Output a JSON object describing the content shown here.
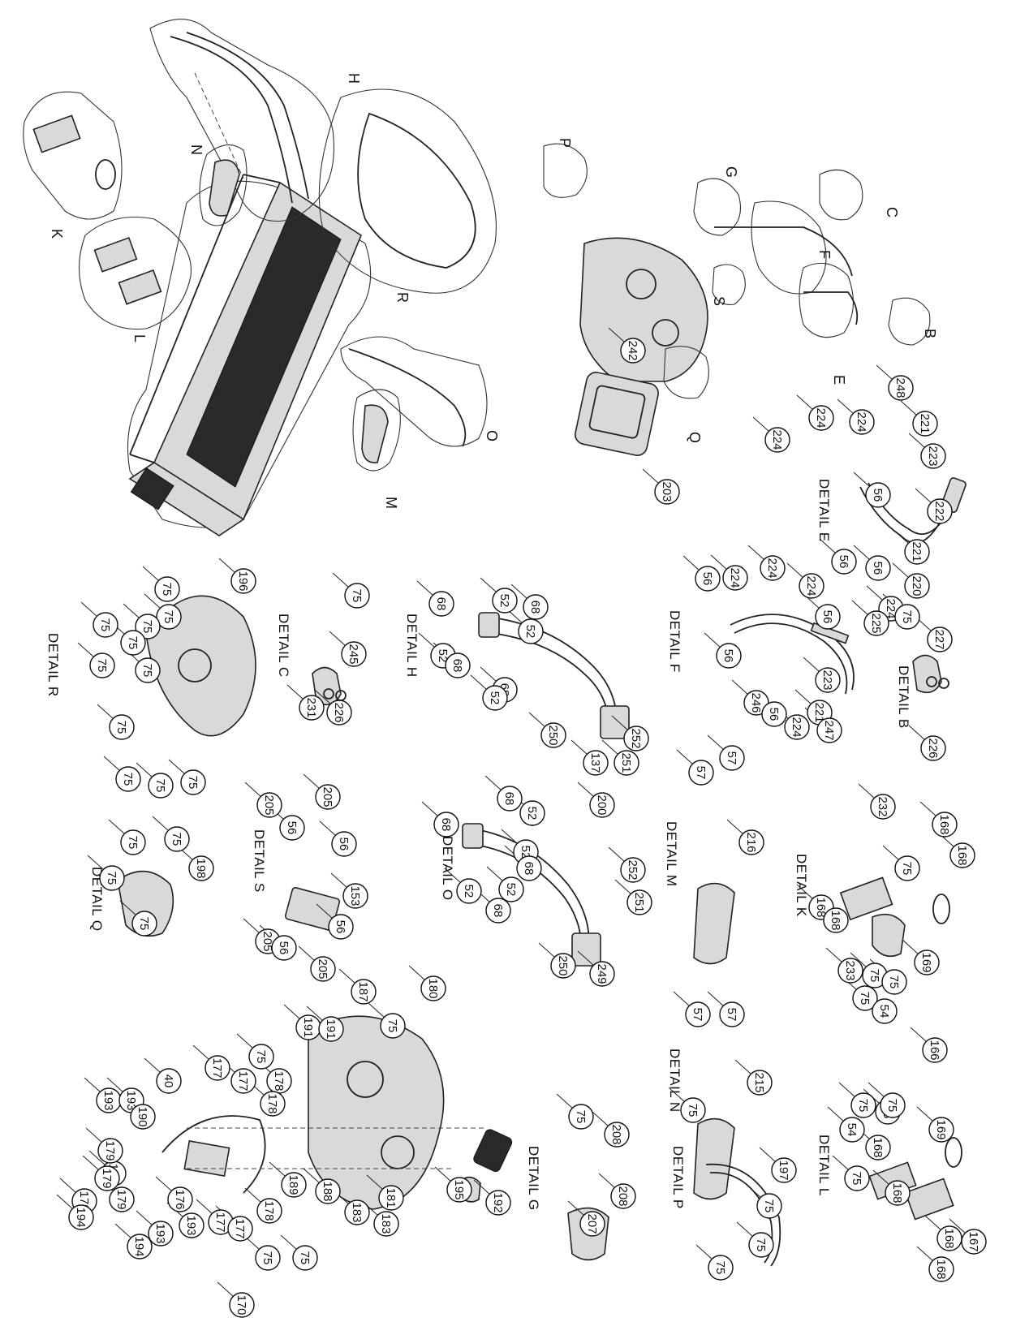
{
  "diagram": {
    "kind": "exploded-parts-diagram",
    "section_letters": [
      "H",
      "N",
      "K",
      "L",
      "R",
      "P",
      "G",
      "C",
      "F",
      "S",
      "B",
      "E",
      "Q",
      "O",
      "M"
    ],
    "overview_labels": [
      "242",
      "203"
    ],
    "details": [
      {
        "title": "DETAIL E",
        "labels": [
          "224",
          "224",
          "224",
          "248",
          "221",
          "223",
          "222",
          "56",
          "221",
          "220",
          "56",
          "56",
          "224"
        ]
      },
      {
        "title": "DETAIL B",
        "labels": [
          "225",
          "75",
          "227",
          "226"
        ]
      },
      {
        "title": "DETAIL F",
        "labels": [
          "56",
          "224",
          "224",
          "224",
          "56",
          "223",
          "221",
          "247",
          "224",
          "56",
          "246",
          "56"
        ]
      },
      {
        "title": "DETAIL H",
        "labels": [
          "68",
          "52",
          "68",
          "52",
          "52",
          "68",
          "68",
          "52",
          "250",
          "137",
          "251",
          "252"
        ]
      },
      {
        "title": "DETAIL C",
        "labels": [
          "75",
          "245",
          "231",
          "226"
        ]
      },
      {
        "title": "DETAIL R",
        "labels": [
          "196",
          "75",
          "75",
          "75",
          "75",
          "75",
          "75",
          "75",
          "75",
          "75",
          "75",
          "75"
        ]
      },
      {
        "title": "DETAIL K",
        "labels": [
          "232",
          "168",
          "168",
          "168",
          "168",
          "75",
          "169",
          "233",
          "75",
          "75",
          "75",
          "54"
        ]
      },
      {
        "title": "DETAIL M",
        "labels": [
          "57",
          "57",
          "216"
        ]
      },
      {
        "title": "DETAIL O",
        "labels": [
          "68",
          "68",
          "52",
          "200",
          "52",
          "68",
          "52",
          "68",
          "52",
          "252",
          "251",
          "250",
          "249"
        ]
      },
      {
        "title": "DETAIL S",
        "labels": [
          "205",
          "205",
          "56",
          "56",
          "153",
          "56",
          "205",
          "56",
          "205"
        ]
      },
      {
        "title": "DETAIL Q",
        "labels": [
          "75",
          "75",
          "198",
          "75",
          "75"
        ]
      },
      {
        "title": "DETAIL N",
        "labels": [
          "57",
          "57",
          "215"
        ]
      },
      {
        "title": "DETAIL L",
        "labels": [
          "166",
          "75",
          "75",
          "75",
          "169",
          "54",
          "168",
          "75",
          "168",
          "168",
          "168",
          "167"
        ]
      },
      {
        "title": "DETAIL P",
        "labels": [
          "75",
          "197",
          "75",
          "75",
          "75"
        ]
      },
      {
        "title": "DETAIL G",
        "labels": [
          "75",
          "208",
          "208",
          "207"
        ]
      }
    ],
    "assembly_labels": [
      "180",
      "187",
      "75",
      "191",
      "191",
      "75",
      "177",
      "177",
      "178",
      "178",
      "193",
      "193",
      "190",
      "40",
      "193",
      "179",
      "179",
      "179",
      "179",
      "194",
      "176",
      "193",
      "193",
      "194",
      "177",
      "177",
      "178",
      "189",
      "188",
      "183",
      "181",
      "183",
      "75",
      "75",
      "170",
      "192",
      "195"
    ]
  }
}
